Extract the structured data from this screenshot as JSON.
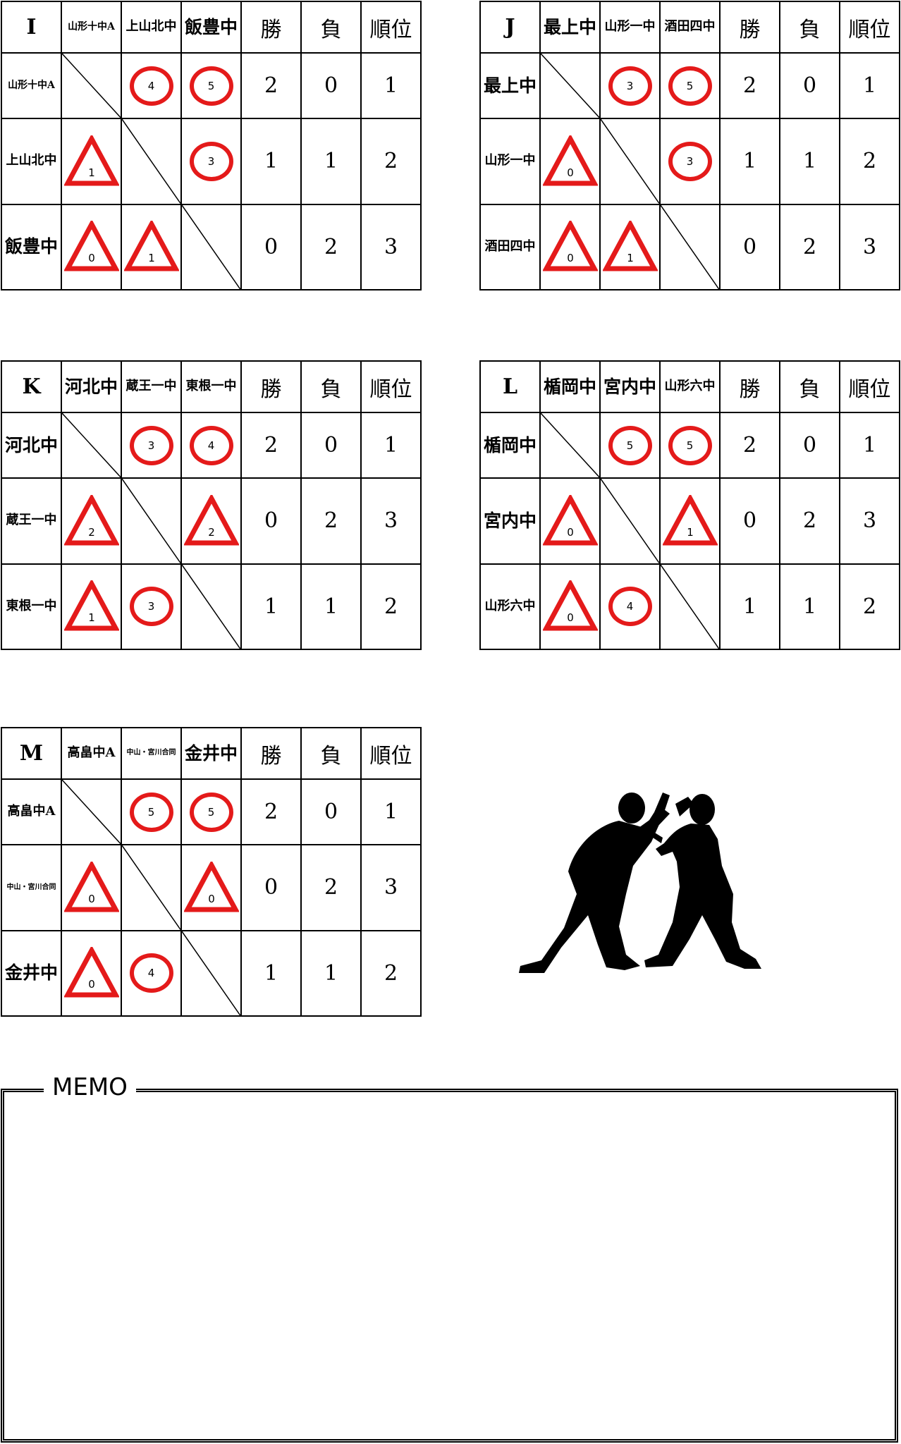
{
  "headers": {
    "wins": "勝",
    "losses": "負",
    "rank": "順位"
  },
  "groups": [
    {
      "letter": "I",
      "teams": [
        "山形十中A",
        "上山北中",
        "飯豊中"
      ],
      "matrix": [
        [
          null,
          {
            "r": "win",
            "s": "4"
          },
          {
            "r": "win",
            "s": "5"
          }
        ],
        [
          {
            "r": "loss",
            "s": "1"
          },
          null,
          {
            "r": "win",
            "s": "3"
          }
        ],
        [
          {
            "r": "loss",
            "s": "0"
          },
          {
            "r": "loss",
            "s": "1"
          },
          null
        ]
      ],
      "stats": [
        {
          "wins": "2",
          "losses": "0",
          "rank": "1"
        },
        {
          "wins": "1",
          "losses": "1",
          "rank": "2"
        },
        {
          "wins": "0",
          "losses": "2",
          "rank": "3"
        }
      ]
    },
    {
      "letter": "J",
      "teams": [
        "最上中",
        "山形一中",
        "酒田四中"
      ],
      "matrix": [
        [
          null,
          {
            "r": "win",
            "s": "3"
          },
          {
            "r": "win",
            "s": "5"
          }
        ],
        [
          {
            "r": "loss",
            "s": "0"
          },
          null,
          {
            "r": "win",
            "s": "3"
          }
        ],
        [
          {
            "r": "loss",
            "s": "0"
          },
          {
            "r": "loss",
            "s": "1"
          },
          null
        ]
      ],
      "stats": [
        {
          "wins": "2",
          "losses": "0",
          "rank": "1"
        },
        {
          "wins": "1",
          "losses": "1",
          "rank": "2"
        },
        {
          "wins": "0",
          "losses": "2",
          "rank": "3"
        }
      ]
    },
    {
      "letter": "K",
      "teams": [
        "河北中",
        "蔵王一中",
        "東根一中"
      ],
      "matrix": [
        [
          null,
          {
            "r": "win",
            "s": "3"
          },
          {
            "r": "win",
            "s": "4"
          }
        ],
        [
          {
            "r": "loss",
            "s": "2"
          },
          null,
          {
            "r": "loss",
            "s": "2"
          }
        ],
        [
          {
            "r": "loss",
            "s": "1"
          },
          {
            "r": "win",
            "s": "3"
          },
          null
        ]
      ],
      "stats": [
        {
          "wins": "2",
          "losses": "0",
          "rank": "1"
        },
        {
          "wins": "0",
          "losses": "2",
          "rank": "3"
        },
        {
          "wins": "1",
          "losses": "1",
          "rank": "2"
        }
      ]
    },
    {
      "letter": "L",
      "teams": [
        "楯岡中",
        "宮内中",
        "山形六中"
      ],
      "matrix": [
        [
          null,
          {
            "r": "win",
            "s": "5"
          },
          {
            "r": "win",
            "s": "5"
          }
        ],
        [
          {
            "r": "loss",
            "s": "0"
          },
          null,
          {
            "r": "loss",
            "s": "1"
          }
        ],
        [
          {
            "r": "loss",
            "s": "0"
          },
          {
            "r": "win",
            "s": "4"
          },
          null
        ]
      ],
      "stats": [
        {
          "wins": "2",
          "losses": "0",
          "rank": "1"
        },
        {
          "wins": "0",
          "losses": "2",
          "rank": "3"
        },
        {
          "wins": "1",
          "losses": "1",
          "rank": "2"
        }
      ]
    },
    {
      "letter": "M",
      "teams": [
        "高畠中A",
        "中山・宮川合同",
        "金井中"
      ],
      "matrix": [
        [
          null,
          {
            "r": "win",
            "s": "5"
          },
          {
            "r": "win",
            "s": "5"
          }
        ],
        [
          {
            "r": "loss",
            "s": "0"
          },
          null,
          {
            "r": "loss",
            "s": "0"
          }
        ],
        [
          {
            "r": "loss",
            "s": "0"
          },
          {
            "r": "win",
            "s": "4"
          },
          null
        ]
      ],
      "stats": [
        {
          "wins": "2",
          "losses": "0",
          "rank": "1"
        },
        {
          "wins": "0",
          "losses": "2",
          "rank": "3"
        },
        {
          "wins": "1",
          "losses": "1",
          "rank": "2"
        }
      ]
    }
  ],
  "memo": {
    "label": "MEMO"
  },
  "colors": {
    "mark": "#e41a1a"
  },
  "icons": {
    "illustration": "judo-players-silhouette-icon"
  }
}
